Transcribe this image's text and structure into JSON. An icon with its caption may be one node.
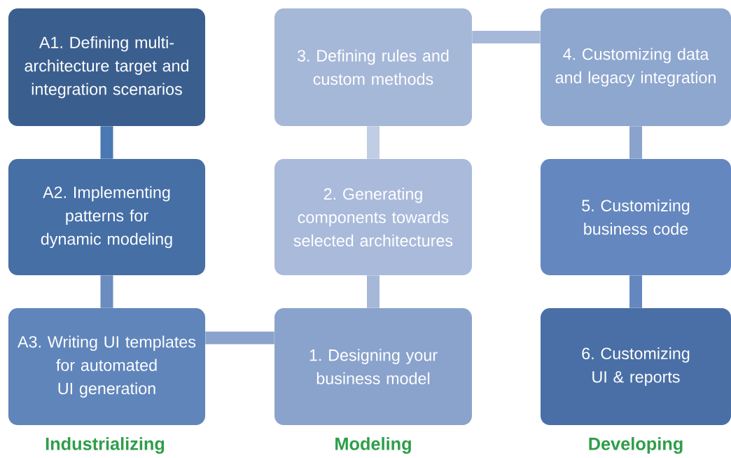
{
  "diagram": {
    "nodes": [
      {
        "text": [
          "A1. Defining multi-architecture target and integration scenarios"
        ]
      },
      {
        "text": [
          "3. Defining rules and custom methods"
        ]
      },
      {
        "text": [
          "4. Customizing data and legacy integration"
        ]
      },
      {
        "text": [
          "A2. Implementing patterns for dynamic modeling"
        ]
      },
      {
        "text": [
          "2. Generating components towards selected architectures"
        ]
      },
      {
        "text": [
          "5. Customizing business code"
        ]
      },
      {
        "text": [
          "A3. Writing UI templates for automated UI generation"
        ]
      },
      {
        "text": [
          "1. Designing your business model"
        ]
      },
      {
        "text": [
          "6. Customizing UI & reports"
        ]
      }
    ],
    "edges": [
      {
        "from": 0,
        "to": 3,
        "arrow": "none",
        "color": "#4a78b3"
      },
      {
        "from": 3,
        "to": 6,
        "arrow": "none",
        "color": "#6a8cbf"
      },
      {
        "from": 6,
        "to": 7,
        "arrow": "none",
        "color": "#8aa3cd"
      },
      {
        "from": 7,
        "to": 4,
        "arrow": "none",
        "color": "#a6b8d8"
      },
      {
        "from": 4,
        "to": 1,
        "arrow": "none",
        "color": "#c0cde5"
      },
      {
        "from": 1,
        "to": 2,
        "arrow": "none",
        "color": "#a6b8d8"
      },
      {
        "from": 2,
        "to": 5,
        "arrow": "none",
        "color": "#8aa3cd"
      },
      {
        "from": 5,
        "to": 8,
        "arrow": "none",
        "color": "#6487bf"
      }
    ],
    "labels": [
      "Industrializing",
      "Modeling",
      "Developing"
    ]
  }
}
